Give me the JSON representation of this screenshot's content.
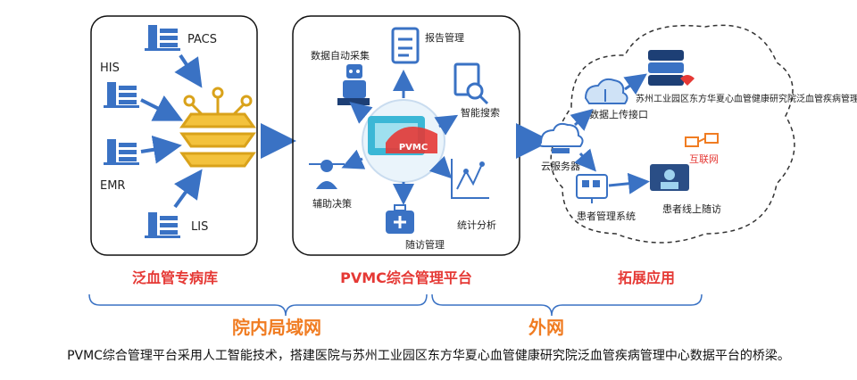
{
  "left_panel": {
    "sources": [
      "HIS",
      "PACS",
      "EMR",
      "LIS"
    ],
    "title": "泛血管专病库"
  },
  "center_panel": {
    "center_logo_text": "PVMC",
    "nodes": {
      "data_collect": "数据自动采集",
      "report": "报告管理",
      "search": "智能搜索",
      "assist": "辅助决策",
      "followup": "随访管理",
      "stats": "统计分析"
    },
    "title": "PVMC综合管理平台"
  },
  "right_panel": {
    "cloud_server": "云服务器",
    "upload": "数据上传接口",
    "platform": "苏州工业园区东方华夏心血管健康研究院泛血管疾病管理中心数据平台",
    "internet": "互联网",
    "patient_mgmt": "患者管理系统",
    "patient_online": "患者线上随访",
    "title": "拓展应用"
  },
  "network": {
    "intranet": "院内局域网",
    "extranet": "外网"
  },
  "caption": "PVMC综合管理平台采用人工智能技术，搭建医院与苏州工业园区东方华夏心血管健康研究院泛血管疾病管理中心数据平台的桥梁。",
  "colors": {
    "red": "#e53935",
    "orange": "#f07c22",
    "blue": "#3a72c4",
    "gold": "#d9a21a"
  }
}
